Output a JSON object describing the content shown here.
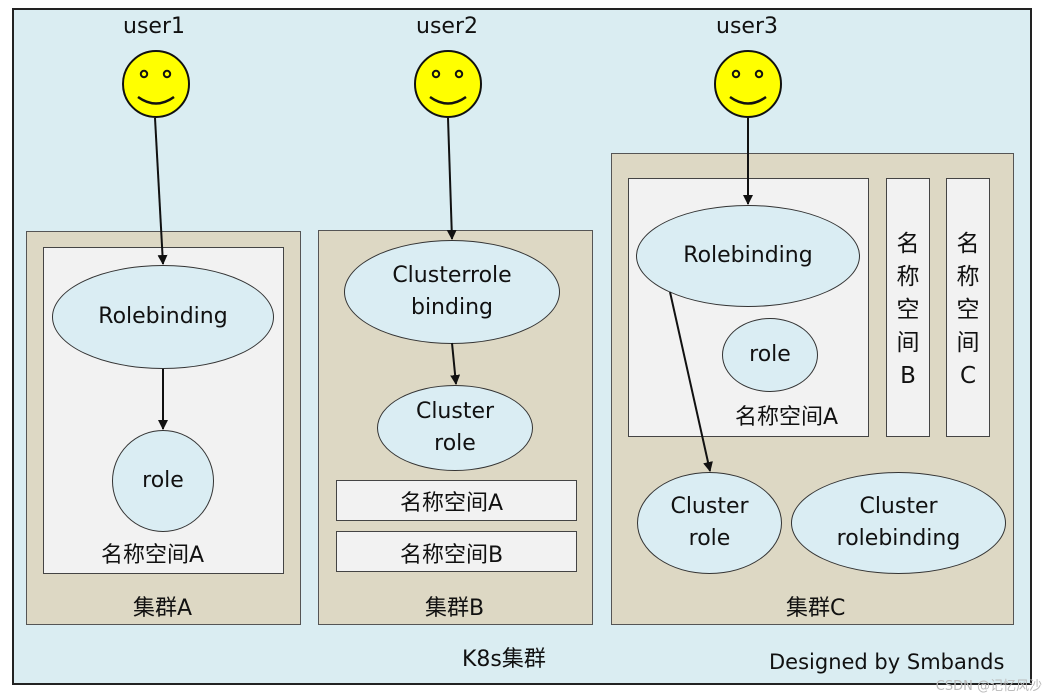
{
  "users": [
    "user1",
    "user2",
    "user3"
  ],
  "cluster_a": {
    "name": "集群A",
    "rolebinding": "Rolebinding",
    "role": "role",
    "namespace": "名称空间A"
  },
  "cluster_b": {
    "name": "集群B",
    "crb_line1": "Clusterrole",
    "crb_line2": "binding",
    "cr_line1": "Cluster",
    "cr_line2": "role",
    "ns_a": "名称空间A",
    "ns_b": "名称空间B"
  },
  "cluster_c": {
    "name": "集群C",
    "rolebinding": "Rolebinding",
    "role": "role",
    "namespace": "名称空间A",
    "ns_b_chars": [
      "名",
      "称",
      "空",
      "间",
      "B"
    ],
    "ns_c_chars": [
      "名",
      "称",
      "空",
      "间",
      "C"
    ],
    "cr_line1": "Cluster",
    "cr_line2": "role",
    "crb_line1": "Cluster",
    "crb_line2": "rolebinding"
  },
  "footer": {
    "title": "K8s集群",
    "credit": "Designed by Smbands",
    "watermark": "CSDN @记忆风沙"
  }
}
